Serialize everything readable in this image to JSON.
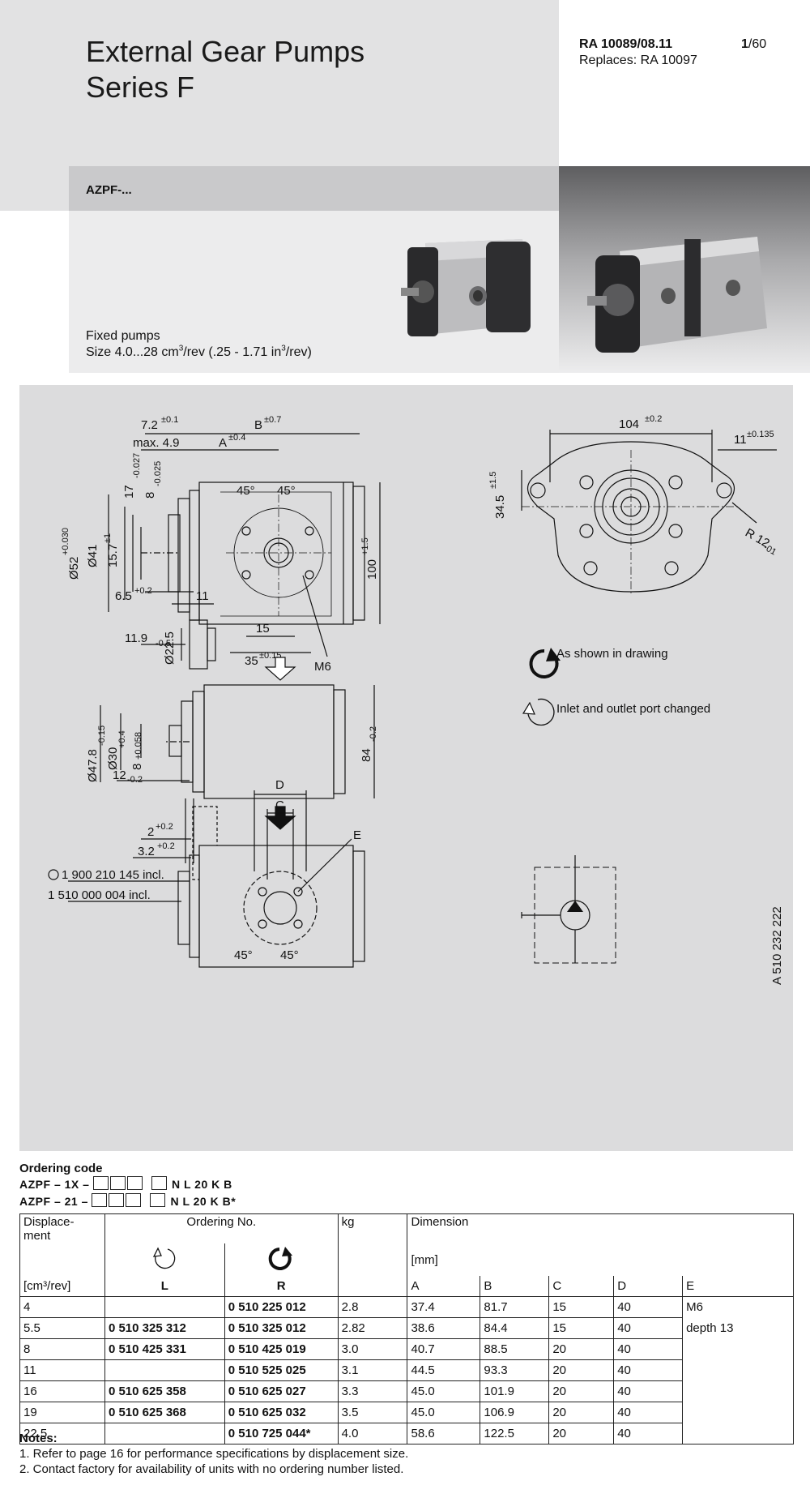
{
  "header": {
    "title_line1": "External Gear Pumps",
    "title_line2": "Series F",
    "doc_number": "RA 10089/08.11",
    "page_current": "1",
    "page_total": "/60",
    "replaces": "Replaces: RA 10097"
  },
  "product": {
    "band_label": "AZPF-...",
    "desc_line1": "Fixed pumps",
    "desc_line2_pre": "Size 4.0...28 cm",
    "desc_line2_mid": "/rev (.25 - 1.71 in",
    "desc_line2_post": "/rev)",
    "sup3": "3"
  },
  "drawing": {
    "dims": {
      "d72": "7.2",
      "d72_tol": "±0.1",
      "dB": "B",
      "dB_tol": "±0.7",
      "dmax": "max. 4.9",
      "dA": "A",
      "dA_tol": "±0.4",
      "d17": "17",
      "d17_tol": "-0.027",
      "d8": "8",
      "d8_tol": "-0.025",
      "d52": "Ø52",
      "d52_tol": "+0.030",
      "d41": "Ø41",
      "d157": "15.7",
      "d157_tol": "±1",
      "d65": "6.5",
      "d65_tol": "+0.2",
      "d100": "100",
      "d100_tol": "+1.5",
      "d119": "11.9",
      "d119_tol": "-0.5",
      "d15": "15",
      "d35": "35",
      "d35_tol": "±0.15",
      "m6": "M6",
      "d45a": "45°",
      "d45b": "45°",
      "d104": "104",
      "d104_tol": "±0.2",
      "d11r": "11",
      "d11r_tol": "±0.135",
      "d345": "34.5",
      "d345_tol": "±1.5",
      "dR": "R 12",
      "dR_tol": "-01",
      "d11": "11",
      "d225": "Ø22.5",
      "d478": "Ø47.8",
      "d478_tol": "-0.15",
      "d30": "Ø30",
      "d30_tol": "+0.4",
      "d8b": "8",
      "d8b_tol": "+0.058",
      "d84": "84",
      "d84_tol": "-0.2",
      "d12": "12",
      "d12_tol": "-0.2",
      "d2": "2",
      "d2_tol": "+0.2",
      "d32": "3.2",
      "d32_tol": "+0.2",
      "dD": "D",
      "dC": "C",
      "dE": "E",
      "part1": "1 900 210 145 incl.",
      "part2": "1 510 000 004 incl.",
      "d45c": "45°",
      "d45d": "45°",
      "side_code": "A 510 232 222"
    },
    "rotation": {
      "cw_label": "As shown in drawing",
      "ccw_label": "Inlet and outlet port changed"
    }
  },
  "ordering": {
    "title": "Ordering code",
    "code1_pre": "AZPF – 1X –",
    "code1_post": "N L 20 K B",
    "code2_pre": "AZPF – 21 –",
    "code2_post": "N L 20 K B*",
    "headers": {
      "disp1": "Displace-",
      "disp2": "ment",
      "disp_unit": "[cm³/rev]",
      "ord_no": "Ordering No.",
      "kg": "kg",
      "dimension": "Dimension",
      "mm": "[mm]",
      "L": "L",
      "R": "R",
      "A": "A",
      "B": "B",
      "C": "C",
      "D": "D",
      "E": "E"
    },
    "rows": [
      {
        "disp": "4",
        "L": "",
        "R": "0 510 225 012",
        "kg": "2.8",
        "A": "37.4",
        "B": "81.7",
        "C": "15",
        "D": "40",
        "E": "M6"
      },
      {
        "disp": "5.5",
        "L": "0 510 325 312",
        "R": "0 510 325 012",
        "kg": "2.82",
        "A": "38.6",
        "B": "84.4",
        "C": "15",
        "D": "40",
        "E": "depth 13"
      },
      {
        "disp": "8",
        "L": "0 510 425 331",
        "R": "0 510 425 019",
        "kg": "3.0",
        "A": "40.7",
        "B": "88.5",
        "C": "20",
        "D": "40",
        "E": ""
      },
      {
        "disp": "11",
        "L": "",
        "R": "0 510 525 025",
        "kg": "3.1",
        "A": "44.5",
        "B": "93.3",
        "C": "20",
        "D": "40",
        "E": ""
      },
      {
        "disp": "16",
        "L": "0 510 625 358",
        "R": "0 510 625 027",
        "kg": "3.3",
        "A": "45.0",
        "B": "101.9",
        "C": "20",
        "D": "40",
        "E": ""
      },
      {
        "disp": "19",
        "L": "0 510 625 368",
        "R": "0 510 625 032",
        "kg": "3.5",
        "A": "45.0",
        "B": "106.9",
        "C": "20",
        "D": "40",
        "E": ""
      },
      {
        "disp": "22.5",
        "L": "",
        "R": "0 510 725 044*",
        "kg": "4.0",
        "A": "58.6",
        "B": "122.5",
        "C": "20",
        "D": "40",
        "E": ""
      }
    ]
  },
  "notes": {
    "title": "Notes:",
    "items": [
      "1.  Refer to page 16 for performance specifications by displacement size.",
      "2.  Contact factory for availability of units with no ordering number listed."
    ]
  }
}
